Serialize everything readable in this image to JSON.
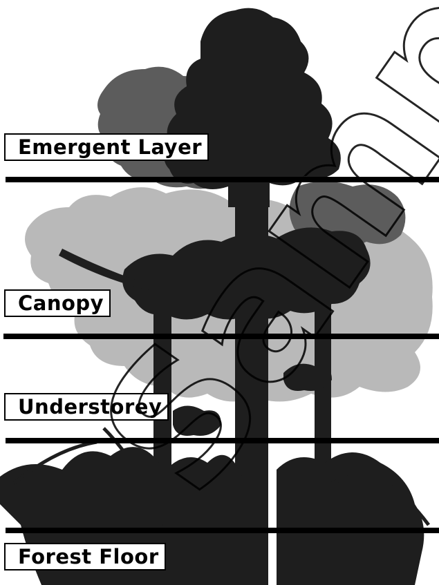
{
  "layers": [
    {
      "label": "Emergent Layer"
    },
    {
      "label": "Canopy"
    },
    {
      "label": "Understorey"
    },
    {
      "label": "Forest Floor"
    }
  ],
  "watermark": {
    "text": "Sample"
  },
  "colors": {
    "tree_dark": "#1e1e1e",
    "tree_mid": "#5a5a5a",
    "tree_light": "#b8b8b8",
    "divider": "#000000",
    "background": "#ffffff"
  }
}
